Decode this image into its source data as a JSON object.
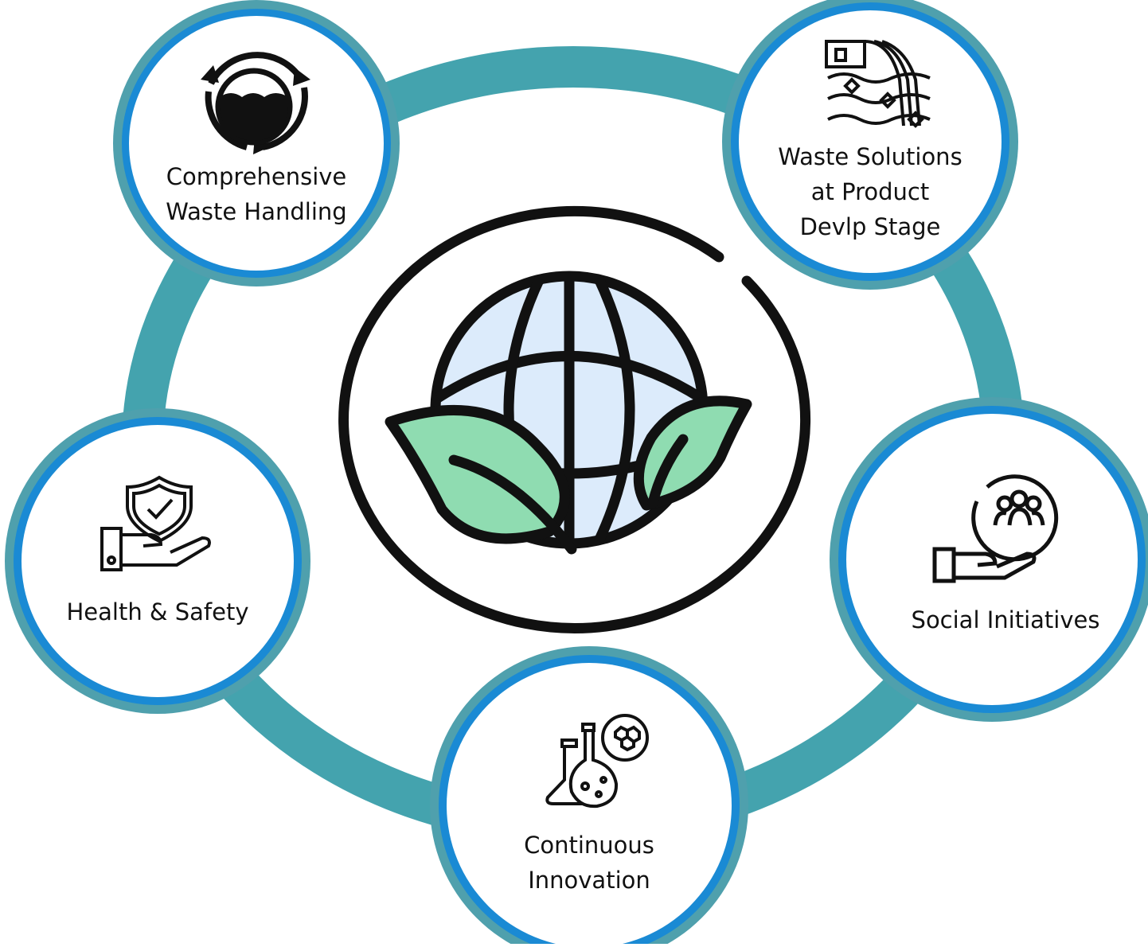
{
  "colors": {
    "ring": "#44a3ae",
    "node_outer": "#4fa0ad",
    "node_accent": "#1a8ad4",
    "globe_fill": "#dcebfb",
    "leaf_fill": "#8fdcb1",
    "ink": "#111111"
  },
  "center": {
    "icon": "globe-with-leaves-icon"
  },
  "nodes": [
    {
      "id": "waste-handling",
      "label": "Comprehensive\nWaste Handling",
      "icon": "water-recycle-icon"
    },
    {
      "id": "waste-solutions",
      "label": "Waste Solutions\nat Product\nDevlp Stage",
      "icon": "pipe-discharge-icon"
    },
    {
      "id": "social",
      "label": "Social Initiatives",
      "icon": "community-hand-icon"
    },
    {
      "id": "innovation",
      "label": "Continuous\nInnovation",
      "icon": "lab-flasks-icon"
    },
    {
      "id": "health-safety",
      "label": "Health & Safety",
      "icon": "shield-hand-icon"
    }
  ]
}
